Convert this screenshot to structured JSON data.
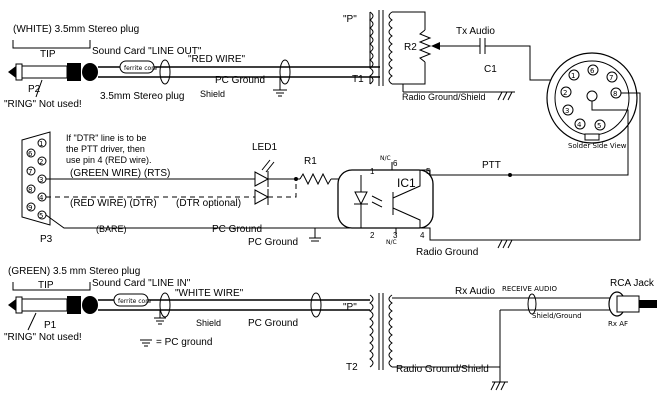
{
  "top": {
    "plug_title": "(WHITE) 3.5mm Stereo plug",
    "tip": "TIP",
    "soundcard": "Sound Card \"LINE OUT\"",
    "red_wire": "\"RED WIRE\"",
    "ferrite": "ferrite core",
    "plug_label": "3.5mm  Stereo plug",
    "ring_note": "\"RING\" Not used!",
    "p2": "P2",
    "pc_ground": "PC Ground",
    "shield": "Shield",
    "p_mark": "\"P\"",
    "t1": "T1",
    "r2": "R2",
    "tx_audio": "Tx Audio",
    "c1": "C1",
    "radio_ground_shield": "Radio Ground/Shield",
    "solder_side": "Solder Side View",
    "din_pins": [
      "1",
      "2",
      "3",
      "4",
      "5",
      "6",
      "7",
      "8"
    ]
  },
  "middle": {
    "db9_pins": [
      "1",
      "2",
      "3",
      "4",
      "5",
      "6",
      "7",
      "8",
      "9"
    ],
    "note": [
      "If \"DTR\" line is to be",
      "the PTT driver, then",
      "use pin 4 (RED wire)."
    ],
    "led1": "LED1",
    "r1": "R1",
    "green_wire": "(GREEN WIRE) (RTS)",
    "red_wire_dtr": "(RED WIRE) (DTR)",
    "dtr_optional": "(DTR optional)",
    "bare": "(BARE)",
    "pc_ground": "PC Ground",
    "pc_ground2": "PC Ground",
    "p3": "P3",
    "ic1": "IC1",
    "ptt": "PTT",
    "radio_ground": "Radio Ground",
    "nc": "N/C",
    "ic_pins": [
      "1",
      "2",
      "3",
      "4",
      "5",
      "6"
    ]
  },
  "bottom": {
    "plug_title": "(GREEN) 3.5 mm Stereo plug",
    "tip": "TIP",
    "soundcard": "Sound Card \"LINE IN\"",
    "white_wire": "\"WHITE WIRE\"",
    "p1": "P1",
    "ring_note": "\"RING\" Not used!",
    "shield": "Shield",
    "pc_ground": "PC Ground",
    "pc_ground_legend": "= PC ground",
    "p_mark": "\"P\"",
    "t2": "T2",
    "rx_audio": "Rx Audio",
    "receive_audio": "RECEIVE AUDIO",
    "shield_ground": "Shield/Ground",
    "radio_ground_shield": "Radio Ground/Shield",
    "rca_jack": "RCA Jack",
    "rx_af": "Rx AF"
  }
}
